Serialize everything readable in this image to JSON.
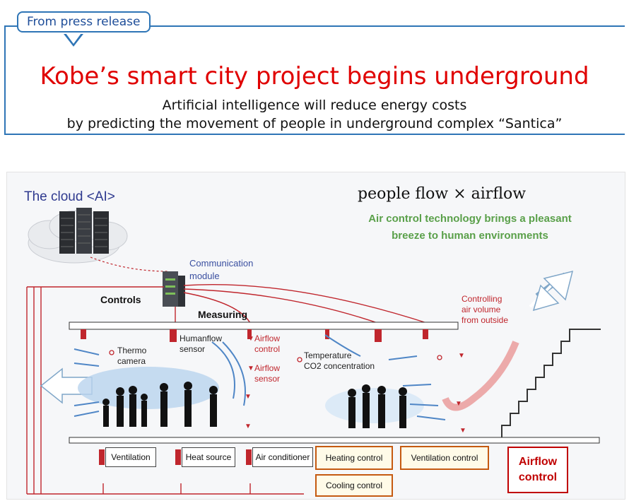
{
  "header": {
    "tag": "From press release",
    "headline": "Kobe’s smart city project begins underground",
    "sub1": "Artificial intelligence will reduce energy costs",
    "sub2": "by predicting the movement of people in underground complex “Santica”"
  },
  "diagram": {
    "cloud_title": "The cloud <AI>",
    "pf_title": "people flow × airflow",
    "green_line1": "Air control technology brings a pleasant",
    "green_line2": "breeze to human environments",
    "comm_line1": "Communication",
    "comm_line2": "module",
    "controls": "Controls",
    "measuring": "Measuring",
    "thermo1": "Thermo",
    "thermo2": "camera",
    "humanflow1": "Humanflow",
    "humanflow2": "sensor",
    "airflow_control1": "Airflow",
    "airflow_control2": "control",
    "airflow_sensor1": "Airflow",
    "airflow_sensor2": "sensor",
    "temp1": "Temperature",
    "temp2": "CO2 concentration",
    "outside1": "Controlling",
    "outside2": "air volume",
    "outside3": "from outside",
    "boxes": {
      "ventilation": "Ventilation",
      "heat_source": "Heat source",
      "air_conditioner": "Air conditioner",
      "heating_control": "Heating control",
      "cooling_control": "Cooling control",
      "ventilation_control": "Ventilation control",
      "airflow_control_1": "Airflow",
      "airflow_control_2": "control"
    },
    "colors": {
      "red": "#c0262d",
      "blue_line": "#2e75b6",
      "green": "#5aa04a",
      "orange_border": "#c55a11"
    }
  }
}
